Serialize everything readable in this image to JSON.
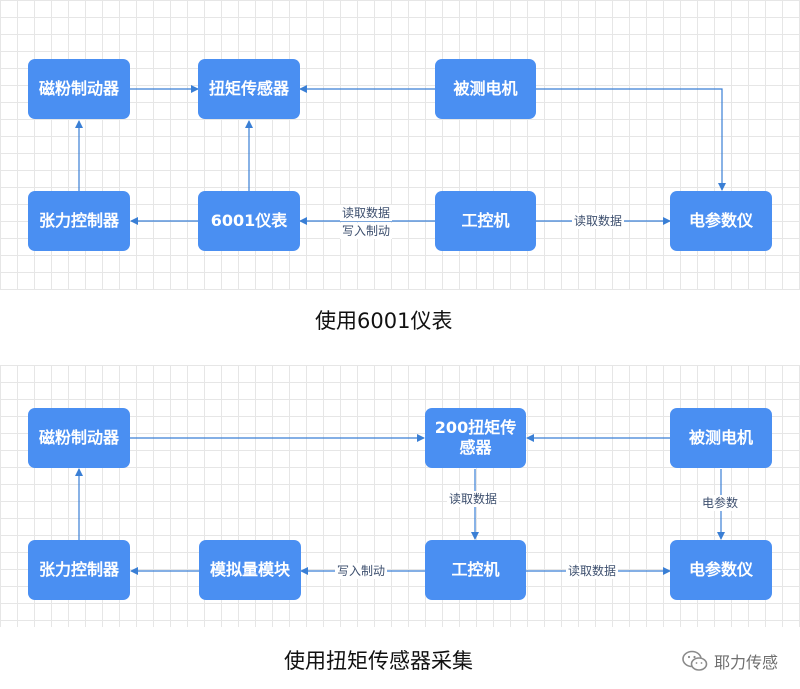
{
  "diagram1": {
    "nodes": {
      "magnetic_brake": "磁粉制动器",
      "torque_sensor": "扭矩传感器",
      "motor_under_test": "被测电机",
      "tension_controller": "张力控制器",
      "meter_6001": "6001仪表",
      "ipc": "工控机",
      "power_analyzer": "电参数仪"
    },
    "edge_labels": {
      "read_data": "读取数据",
      "write_brake": "写入制动",
      "read_data_analyzer": "读取数据"
    },
    "caption": "使用6001仪表"
  },
  "diagram2": {
    "nodes": {
      "magnetic_brake": "磁粉制动器",
      "torque_sensor_200_line1": "200扭矩传",
      "torque_sensor_200_line2": "感器",
      "motor_under_test": "被测电机",
      "tension_controller": "张力控制器",
      "analog_module": "模拟量模块",
      "ipc": "工控机",
      "power_analyzer": "电参数仪"
    },
    "edge_labels": {
      "read_data_torque": "读取数据",
      "electrical_params": "电参数",
      "write_brake": "写入制动",
      "read_data_analyzer": "读取数据"
    },
    "caption": "使用扭矩传感器采集"
  },
  "watermark": {
    "icon": "wechat-icon",
    "text": "耶力传感"
  },
  "colors": {
    "node_fill": "#4a8ff2",
    "edge": "#3a7fd5",
    "grid": "#e6e6e6"
  }
}
